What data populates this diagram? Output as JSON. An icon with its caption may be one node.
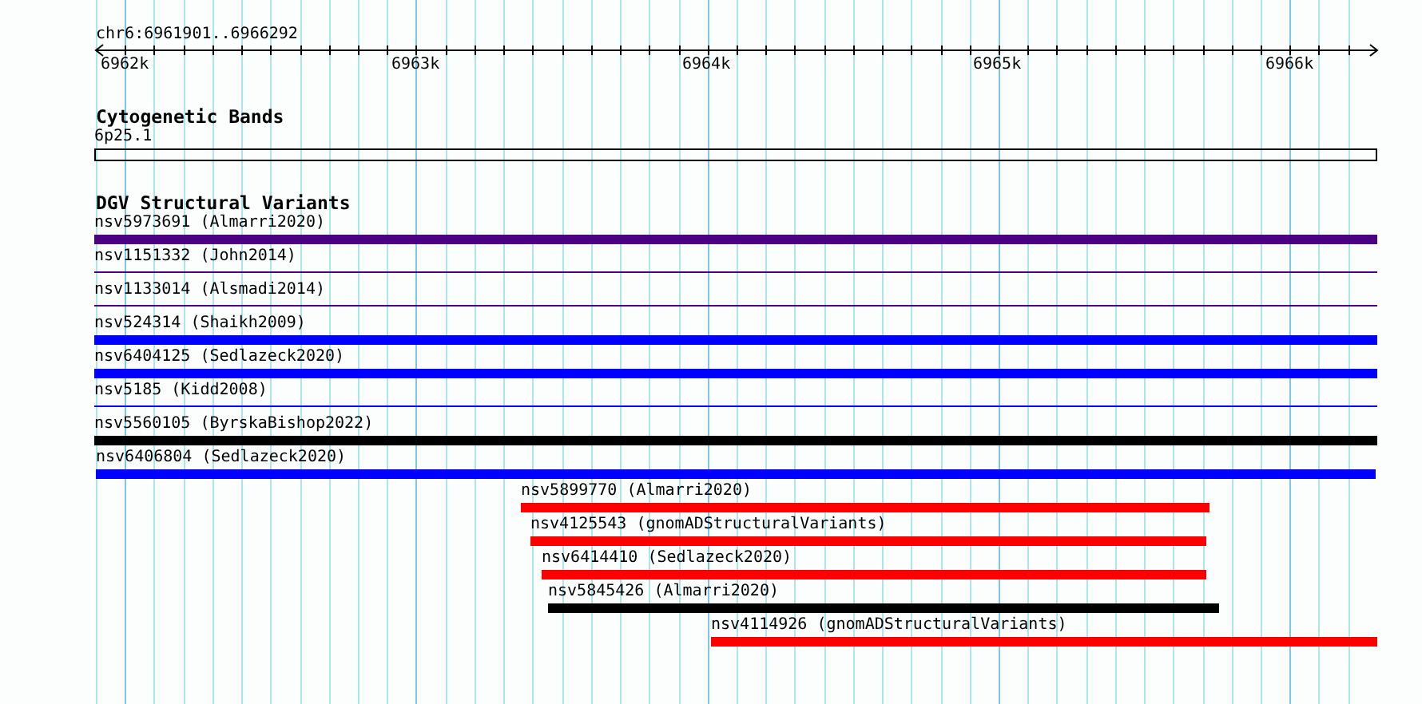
{
  "diagram": {
    "nodes": [
      {
        "text": [
          "6p25.1"
        ]
      },
      {
        "text": [
          "nsv5973691 (Almarri2020)"
        ]
      },
      {
        "text": [
          "nsv1151332 (John2014)"
        ]
      },
      {
        "text": [
          "nsv1133014 (Alsmadi2014)"
        ]
      },
      {
        "text": [
          "nsv524314 (Shaikh2009)"
        ]
      },
      {
        "text": [
          "nsv6404125 (Sedlazeck2020)"
        ]
      },
      {
        "text": [
          "nsv5185 (Kidd2008)"
        ]
      },
      {
        "text": [
          "nsv5560105 (ByrskaBishop2022)"
        ]
      },
      {
        "text": [
          "nsv6406804 (Sedlazeck2020)"
        ]
      },
      {
        "text": [
          "nsv5899770 (Almarri2020)"
        ]
      },
      {
        "text": [
          "nsv4125543 (gnomADStructuralVariants)"
        ]
      },
      {
        "text": [
          "nsv6414410 (Sedlazeck2020)"
        ]
      },
      {
        "text": [
          "nsv5845426 (Almarri2020)"
        ]
      },
      {
        "text": [
          "nsv4114926 (gnomADStructuralVariants)"
        ]
      }
    ],
    "labels": [
      "chr6:6961901..6966292",
      "6962k",
      "6963k",
      "6964k",
      "6965k",
      "6966k",
      "Cytogenetic Bands",
      "DGV Structural Variants"
    ]
  }
}
